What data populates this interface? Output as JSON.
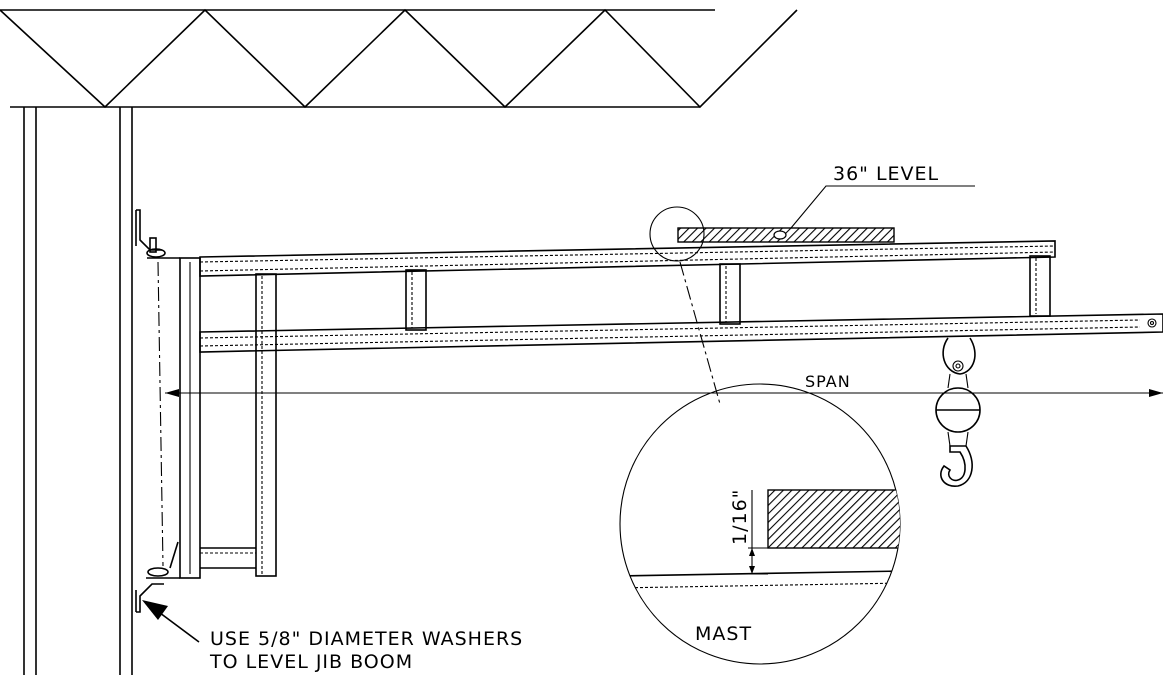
{
  "labels": {
    "level": "36\" LEVEL",
    "span": "SPAN",
    "gap": "1/16\"",
    "mast": "MAST",
    "washers_line1": "USE 5/8\" DIAMETER WASHERS",
    "washers_line2": "TO LEVEL JIB BOOM"
  }
}
